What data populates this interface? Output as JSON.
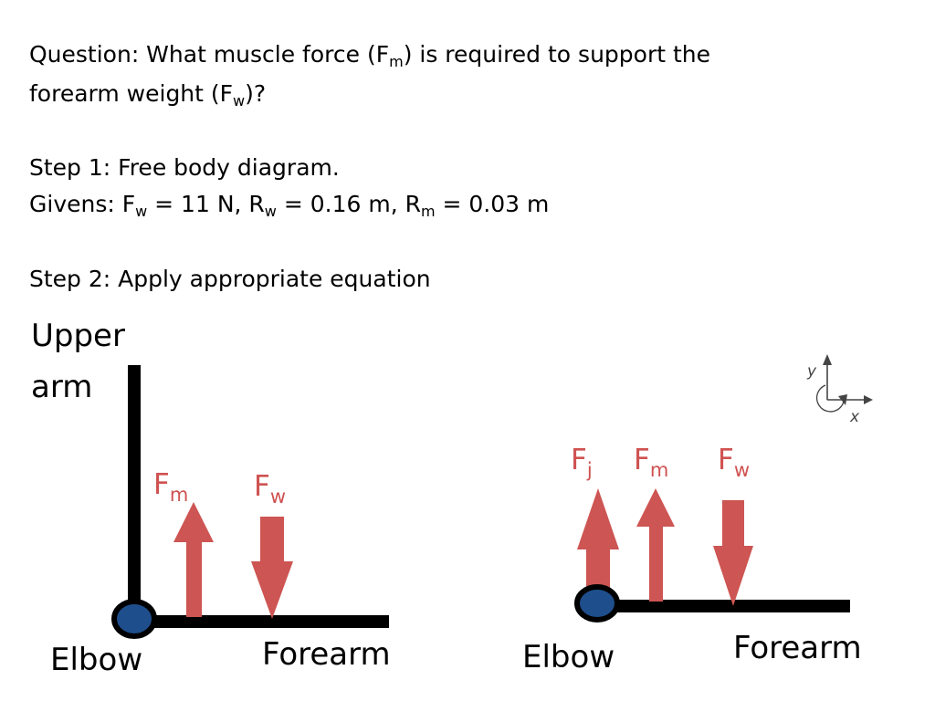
{
  "question": {
    "prefix": "Question: What muscle force (F",
    "fm_sub": "m",
    "middle": ") is required to support the",
    "line2_prefix": "forearm weight (F",
    "fw_sub": "w",
    "line2_suffix": ")?"
  },
  "step1": {
    "text": "Step 1: Free body diagram."
  },
  "givens": {
    "label": "Givens: ",
    "fw_symbol": "F",
    "fw_sub": "w",
    "fw_value": " = 11 N, ",
    "rw_symbol": "R",
    "rw_sub": "w",
    "rw_value": " = 0.16 m, ",
    "rm_symbol": "R",
    "rm_sub": "m",
    "rm_value": " = 0.03 m"
  },
  "step2": {
    "text": "Step 2: Apply appropriate equation"
  },
  "left_diagram": {
    "upper_label": "Upper",
    "arm_label": "arm",
    "elbow_label": "Elbow",
    "forearm_label": "Forearm",
    "fm": {
      "symbol": "F",
      "sub": "m"
    },
    "fw": {
      "symbol": "F",
      "sub": "w"
    }
  },
  "right_diagram": {
    "elbow_label": "Elbow",
    "forearm_label": "Forearm",
    "fj": {
      "symbol": "F",
      "sub": "j"
    },
    "fm": {
      "symbol": "F",
      "sub": "m"
    },
    "fw": {
      "symbol": "F",
      "sub": "w"
    },
    "axes": {
      "y_label": "y",
      "x_label": "x"
    }
  },
  "colors": {
    "force_arrow": "#cd5553",
    "joint": "#1f4e8c",
    "bone": "#000000"
  }
}
